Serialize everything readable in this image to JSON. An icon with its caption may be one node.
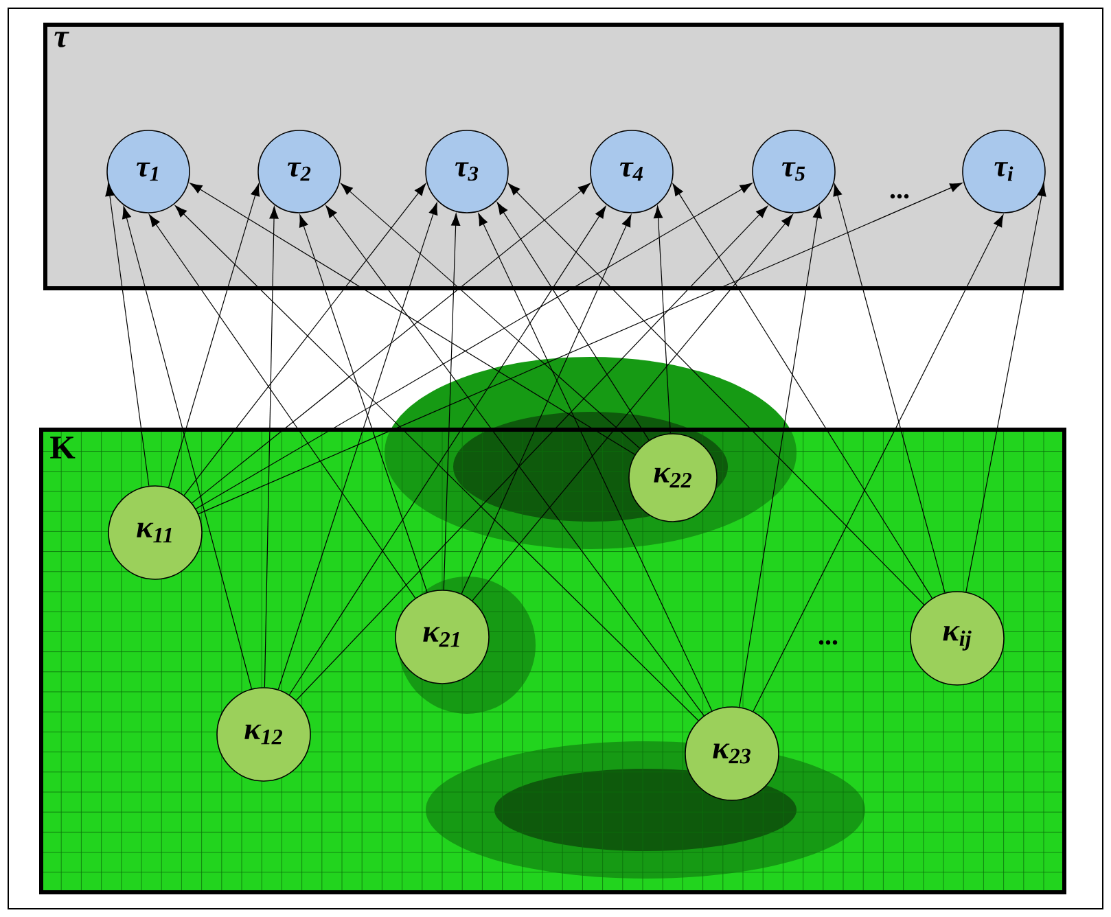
{
  "diagram": {
    "nodes": [
      {
        "text": [
          "τ"
        ]
      },
      {
        "text": [
          "τ$_{1}$"
        ],
        "in": 0
      },
      {
        "text": [
          "τ$_{2}$"
        ],
        "in": 0
      },
      {
        "text": [
          "τ$_{3}$"
        ],
        "in": 0
      },
      {
        "text": [
          "τ$_{4}$"
        ],
        "in": 0
      },
      {
        "text": [
          "τ$_{5}$"
        ],
        "in": 0
      },
      {
        "text": [
          "τ$_{i}$"
        ],
        "in": 0
      },
      {
        "text": [
          "K"
        ]
      },
      {
        "text": [
          "κ$_{11}$"
        ],
        "in": 7
      },
      {
        "text": [
          "κ$_{22}$"
        ],
        "in": 7
      },
      {
        "text": [
          "κ$_{21}$"
        ],
        "in": 7
      },
      {
        "text": [
          "κ$_{ij}$"
        ],
        "in": 7
      },
      {
        "text": [
          "κ$_{12}$"
        ],
        "in": 7
      },
      {
        "text": [
          "κ$_{23}$"
        ],
        "in": 7
      }
    ],
    "edges": [
      {
        "from": 8,
        "to": 1,
        "arrow": "to"
      },
      {
        "from": 8,
        "to": 2,
        "arrow": "to"
      },
      {
        "from": 8,
        "to": 3,
        "arrow": "to"
      },
      {
        "from": 8,
        "to": 5,
        "arrow": "to"
      },
      {
        "from": 8,
        "to": 6,
        "arrow": "to"
      },
      {
        "from": 12,
        "to": 1,
        "arrow": "to"
      },
      {
        "from": 12,
        "to": 2,
        "arrow": "to"
      },
      {
        "from": 12,
        "to": 3,
        "arrow": "to"
      },
      {
        "from": 12,
        "to": 4,
        "arrow": "to"
      },
      {
        "from": 12,
        "to": 5,
        "arrow": "to"
      },
      {
        "from": 8,
        "to": 4,
        "arrow": "to"
      },
      {
        "from": 10,
        "to": 1,
        "arrow": "to"
      },
      {
        "from": 10,
        "to": 2,
        "arrow": "to"
      },
      {
        "from": 10,
        "to": 3,
        "arrow": "to"
      },
      {
        "from": 10,
        "to": 4,
        "arrow": "to"
      },
      {
        "from": 10,
        "to": 5,
        "arrow": "to"
      },
      {
        "from": 9,
        "to": 1,
        "arrow": "to"
      },
      {
        "from": 9,
        "to": 2,
        "arrow": "to"
      },
      {
        "from": 9,
        "to": 3,
        "arrow": "to"
      },
      {
        "from": 9,
        "to": 4,
        "arrow": "to"
      },
      {
        "from": 13,
        "to": 1,
        "arrow": "to"
      },
      {
        "from": 13,
        "to": 2,
        "arrow": "to"
      },
      {
        "from": 13,
        "to": 3,
        "arrow": "to"
      },
      {
        "from": 13,
        "to": 5,
        "arrow": "to"
      },
      {
        "from": 13,
        "to": 6,
        "arrow": "to"
      },
      {
        "from": 11,
        "to": 3,
        "arrow": "to"
      },
      {
        "from": 11,
        "to": 4,
        "arrow": "to"
      },
      {
        "from": 11,
        "to": 5,
        "arrow": "to"
      },
      {
        "from": 11,
        "to": 6,
        "arrow": "to"
      }
    ],
    "labels": [
      "...",
      "..."
    ]
  }
}
